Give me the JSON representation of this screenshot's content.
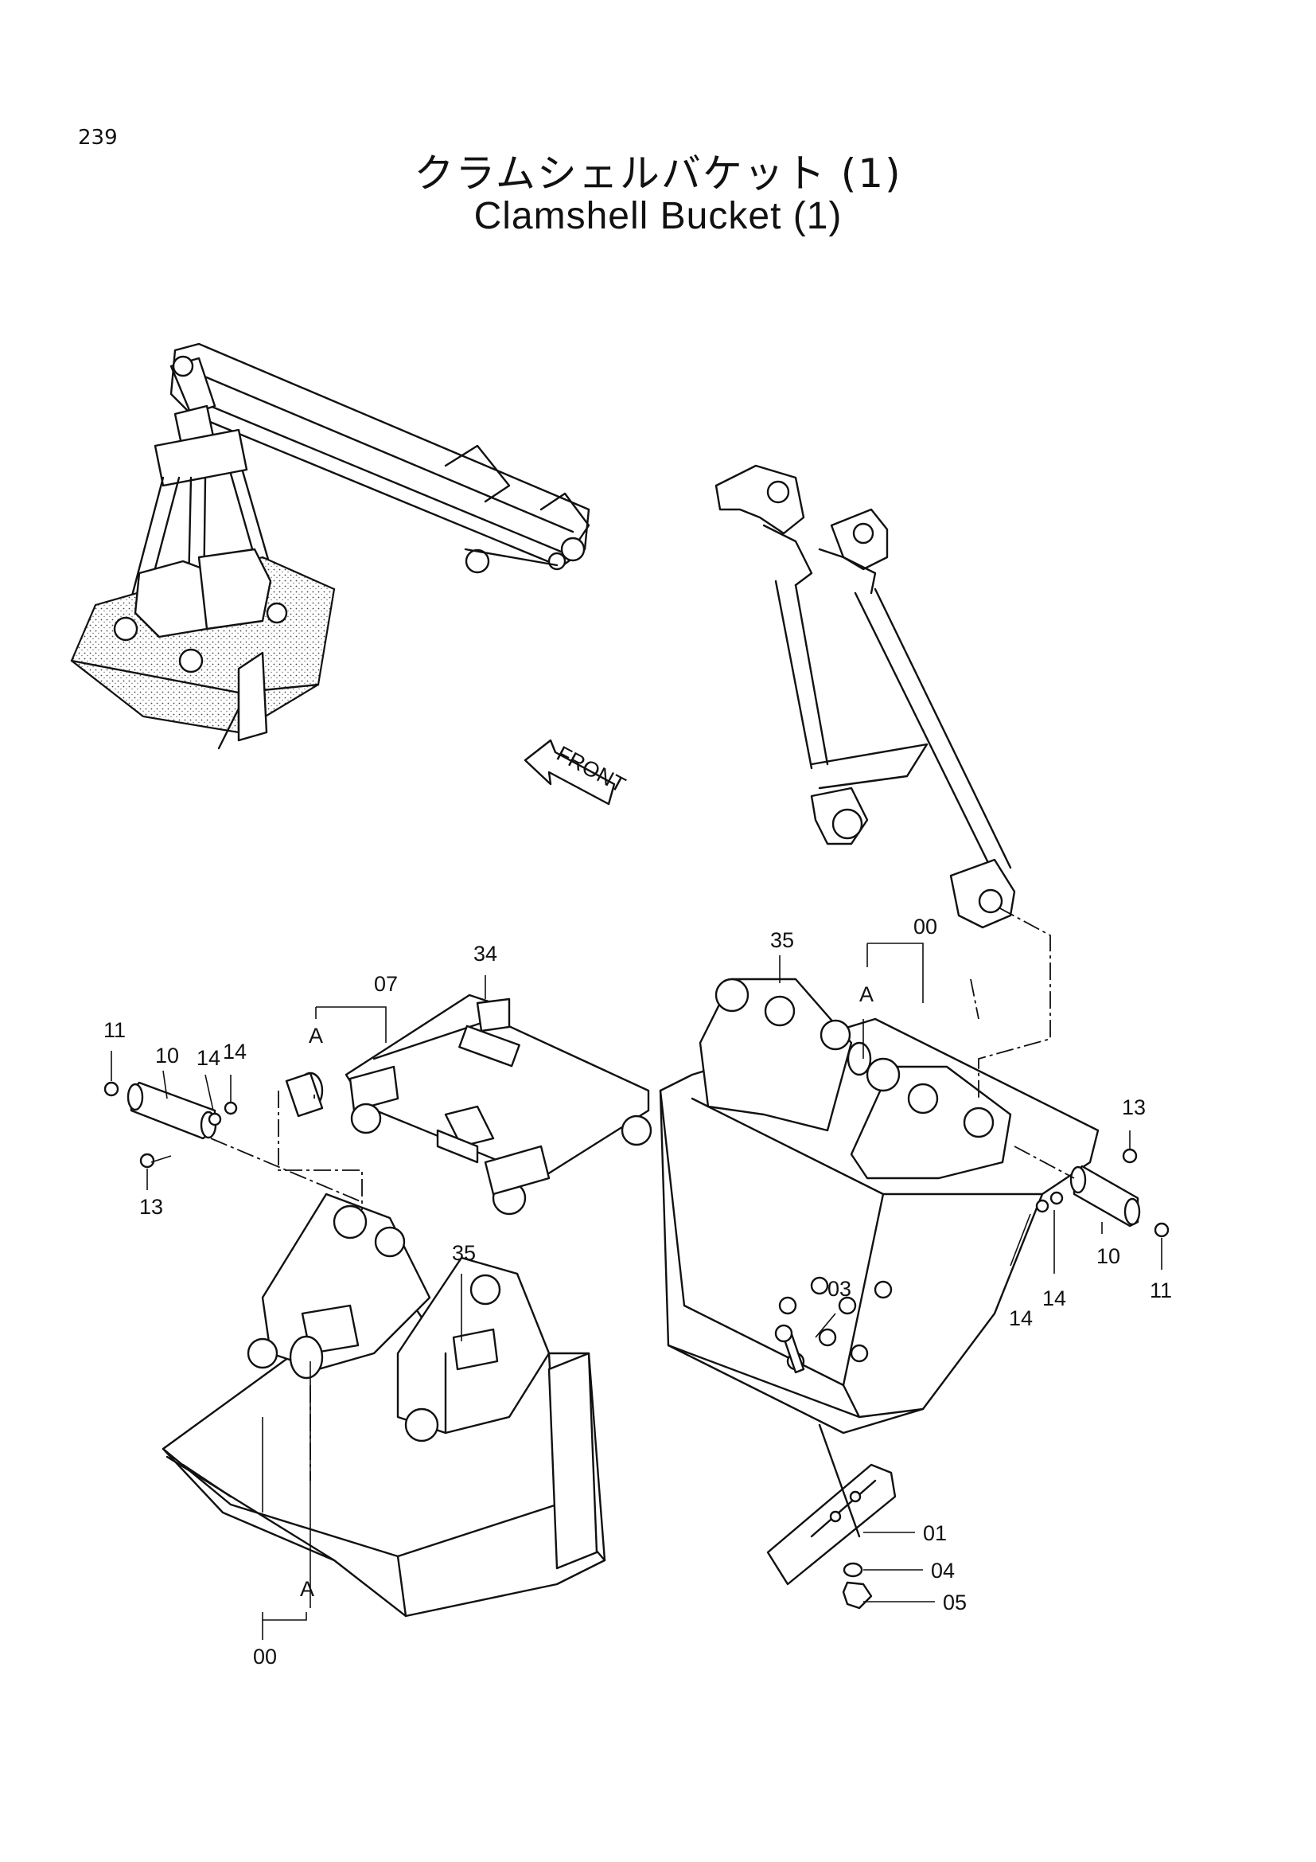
{
  "page": {
    "number": "239",
    "title_ja": "クラムシェルバケット (1)",
    "title_en": "Clamshell Bucket (1)"
  },
  "diagram": {
    "front_arrow_label": "FRONT",
    "callouts": {
      "c11_left": "11",
      "c10_left": "10",
      "c14_left_a": "14",
      "c14_left_b": "14",
      "c13_left": "13",
      "c07": "07",
      "c34": "34",
      "a_top_left": "A",
      "c35_right": "35",
      "c00_right": "00",
      "a_top_right": "A",
      "c13_right": "13",
      "c11_right": "11",
      "c10_right": "10",
      "c14_right_a": "14",
      "c14_right_b": "14",
      "c03": "03",
      "c35_left": "35",
      "a_bottom": "A",
      "c00_left": "00",
      "c01": "01",
      "c04": "04",
      "c05": "05"
    }
  }
}
